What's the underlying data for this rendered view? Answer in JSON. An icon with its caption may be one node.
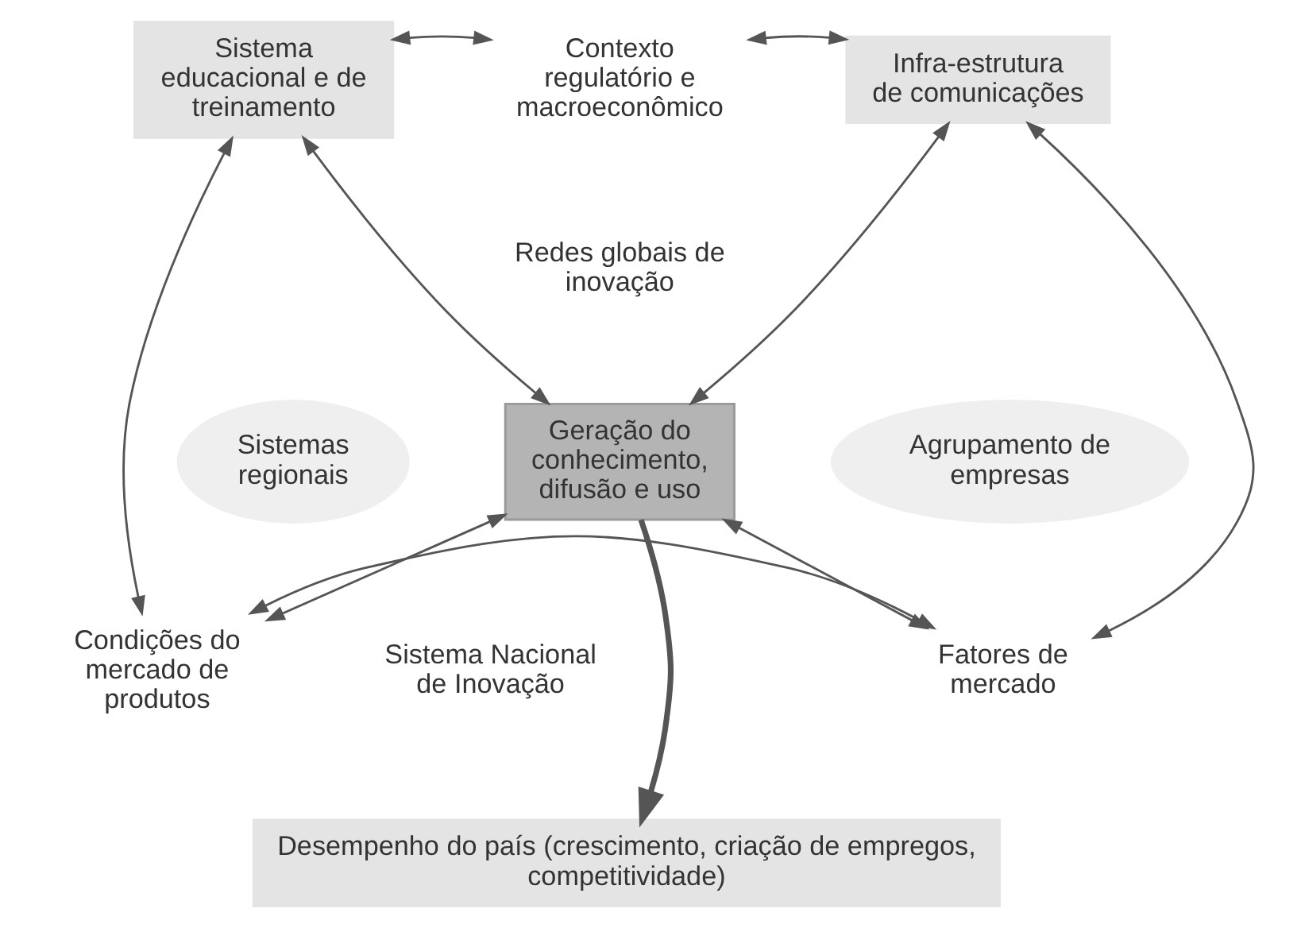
{
  "diagram": {
    "nodes": [
      {
        "text": [
          "Sistema educacional e de treinamento"
        ]
      },
      {
        "text": [
          "Contexto regulatório e macroeconômico"
        ]
      },
      {
        "text": [
          "Infra-estrutura de comunicações"
        ]
      },
      {
        "text": [
          "Sistemas regionais"
        ]
      },
      {
        "text": [
          "Geração do conhecimento, difusão e uso"
        ]
      },
      {
        "text": [
          "Agrupamento de empresas"
        ]
      },
      {
        "text": [
          "Condições do mercado de produtos"
        ]
      },
      {
        "text": [
          "Fatores de mercado"
        ]
      },
      {
        "text": [
          "Desempenho do país (crescimento, criação de empregos, competitividade)"
        ]
      }
    ],
    "edges": [
      {
        "from": 0,
        "to": 1,
        "arrow": "both"
      },
      {
        "from": 1,
        "to": 2,
        "arrow": "both"
      },
      {
        "from": 0,
        "to": 4,
        "arrow": "both"
      },
      {
        "from": 2,
        "to": 4,
        "arrow": "both"
      },
      {
        "from": 0,
        "to": 6,
        "arrow": "both"
      },
      {
        "from": 2,
        "to": 7,
        "arrow": "both"
      },
      {
        "from": 6,
        "to": 4,
        "arrow": "both"
      },
      {
        "from": 7,
        "to": 4,
        "arrow": "both"
      },
      {
        "from": 6,
        "to": 7,
        "arrow": "both"
      },
      {
        "from": 4,
        "to": 8,
        "arrow": "to",
        "style": "thick"
      }
    ],
    "labels": [
      "Redes globais de inovação",
      "Sistema Nacional de Inovação"
    ]
  }
}
